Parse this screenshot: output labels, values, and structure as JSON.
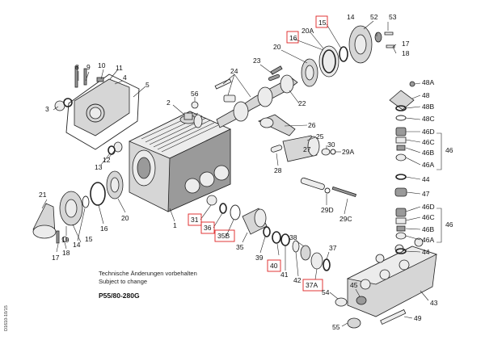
{
  "notes": {
    "line1": "Technische Änderungen vorbehalten",
    "line2": "Subject to change",
    "model": "P55/80-280G",
    "side_code": "D1610-10/15"
  },
  "labels": {
    "l8": "8",
    "l9": "9",
    "l10": "10",
    "l11": "11",
    "l4": "4",
    "l3": "3",
    "l5": "5",
    "l2": "2",
    "l56": "56",
    "l24": "24",
    "l23": "23",
    "l22": "22",
    "l20_top": "20",
    "l20a": "20A",
    "l16_top": "16",
    "l15_top": "15",
    "l14_top": "14",
    "l52": "52",
    "l53": "53",
    "l17_top": "17",
    "l18_top": "18",
    "l48a": "48A",
    "l48": "48",
    "l48b": "48B",
    "l48c": "48C",
    "l46d_top": "46D",
    "l46c_top": "46C",
    "l46b_top": "46B",
    "l46a_top": "46A",
    "l46_top": "46",
    "l44_top": "44",
    "l47": "47",
    "l46d_bot": "46D",
    "l46c_bot": "46C",
    "l46b_bot": "46B",
    "l46a_bot": "46A",
    "l46_bot": "46",
    "l44_bot": "44",
    "l25": "25",
    "l26": "26",
    "l27": "27",
    "l30": "30",
    "l29a": "29A",
    "l28": "28",
    "l29d": "29D",
    "l29c": "29C",
    "l12": "12",
    "l13": "13",
    "l1": "1",
    "l21": "21",
    "l19": "19",
    "l15_bot": "15",
    "l14_bot": "14",
    "l16_bot": "16",
    "l20_bot": "20",
    "l17_bot": "17",
    "l18_bot": "18",
    "l31": "31",
    "l36": "36",
    "l35b": "35B",
    "l35": "35",
    "l39": "39",
    "l40": "40",
    "l41": "41",
    "l42": "42",
    "l38": "38",
    "l37": "37",
    "l37a": "37A",
    "l43": "43",
    "l45": "45",
    "l49": "49",
    "l54": "54",
    "l55": "55"
  },
  "highlighted_labels": [
    "15",
    "16",
    "31",
    "36",
    "35B",
    "40",
    "37A"
  ],
  "colors": {
    "highlight_box": "#dd2222",
    "line": "#222222"
  }
}
